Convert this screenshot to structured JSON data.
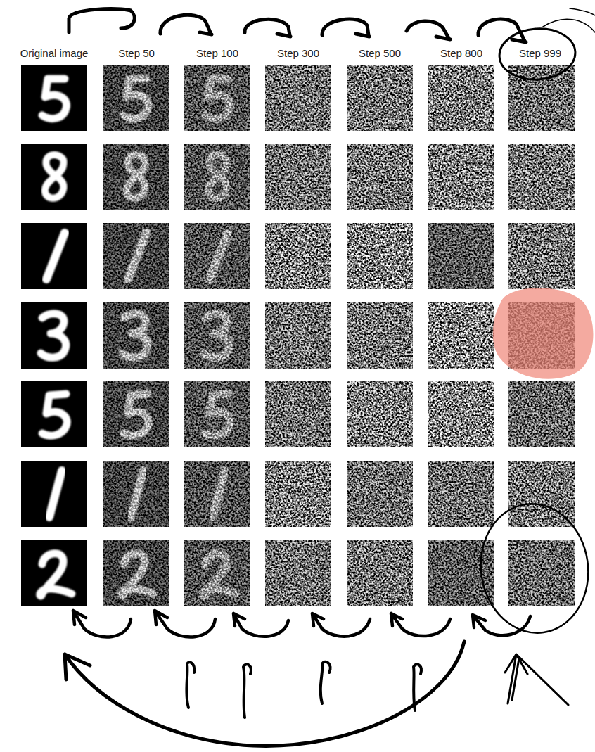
{
  "diagram": {
    "labels": [
      "Original image",
      "Step 50",
      "Step 100",
      "Step 300",
      "Step 500",
      "Step 800",
      "Step 999"
    ]
  }
}
